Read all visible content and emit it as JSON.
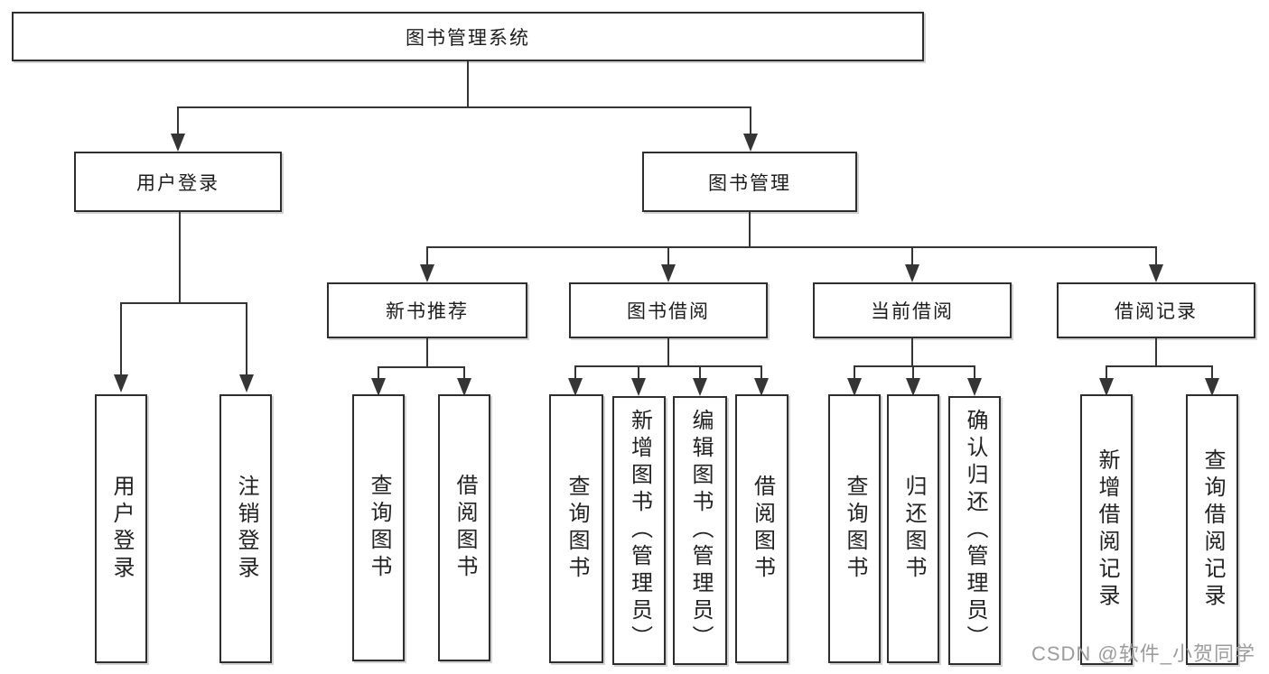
{
  "tree": {
    "root": {
      "label": "图书管理系统"
    },
    "branches": [
      {
        "label": "用户登录",
        "children": [
          {
            "label": "用户登录"
          },
          {
            "label": "注销登录"
          }
        ]
      },
      {
        "label": "图书管理",
        "children": [
          {
            "label": "新书推荐",
            "children": [
              {
                "label": "查询图书"
              },
              {
                "label": "借阅图书"
              }
            ]
          },
          {
            "label": "图书借阅",
            "children": [
              {
                "label": "查询图书"
              },
              {
                "label": "新增图书（管理员）"
              },
              {
                "label": "编辑图书（管理员）"
              },
              {
                "label": "借阅图书"
              }
            ]
          },
          {
            "label": "当前借阅",
            "children": [
              {
                "label": "查询图书"
              },
              {
                "label": "归还图书"
              },
              {
                "label": "确认归还（管理员）"
              }
            ]
          },
          {
            "label": "借阅记录",
            "children": [
              {
                "label": "新增借阅记录"
              },
              {
                "label": "查询借阅记录"
              }
            ]
          }
        ]
      }
    ]
  },
  "watermark": "CSDN @软件_小贺同学",
  "colors": {
    "line": "#353535",
    "border": "#2e2e2e",
    "text": "#1c1c1c",
    "watermark": "#9c9c9c",
    "background": "#ffffff"
  }
}
